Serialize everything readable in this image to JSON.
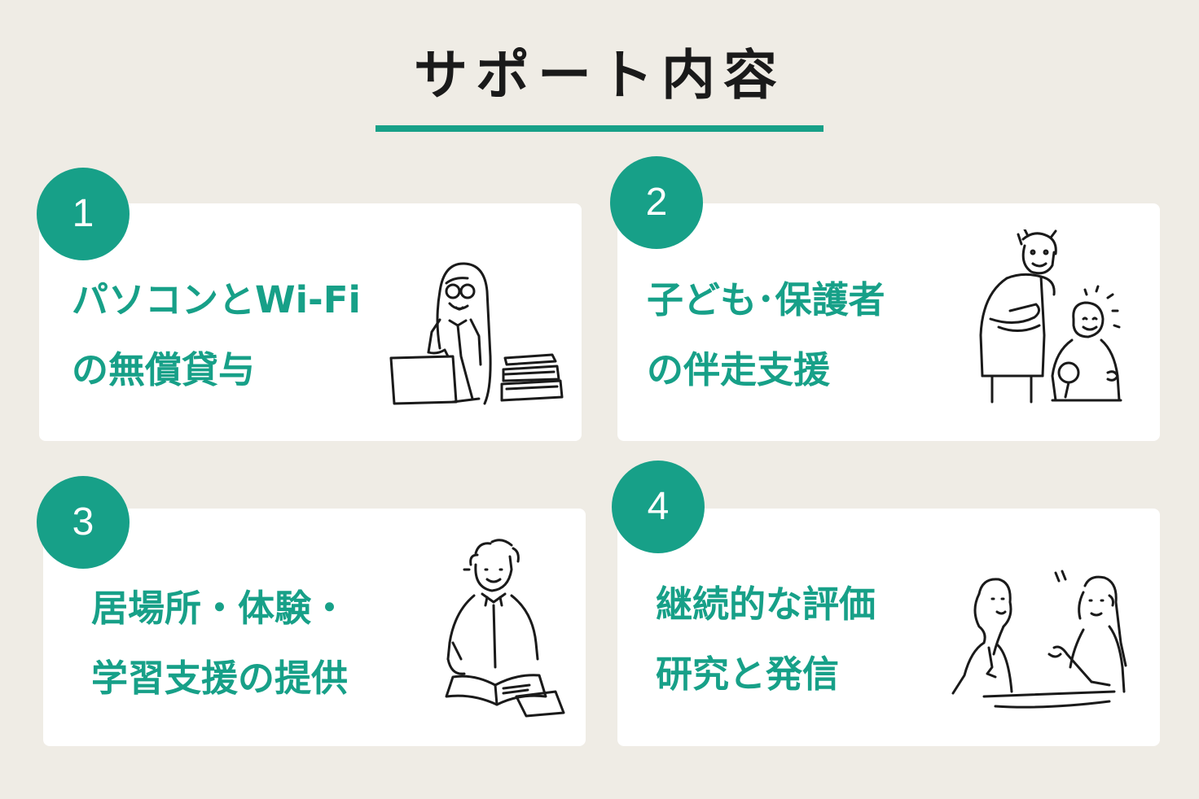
{
  "header": {
    "title": "サポート内容"
  },
  "cards": [
    {
      "number": "1",
      "line1": "パソコンとWi-Fi",
      "line2": "の無償貸与",
      "illustration": "woman-with-laptop-and-books"
    },
    {
      "number": "2",
      "line1": "子ども･保護者",
      "line2": "の伴走支援",
      "illustration": "adult-and-child-with-magnifier"
    },
    {
      "number": "3",
      "line1": "居場所・体験・",
      "line2": "学習支援の提供",
      "illustration": "child-studying-with-book"
    },
    {
      "number": "4",
      "line1": "継続的な評価",
      "line2": "研究と発信",
      "illustration": "two-women-talking-at-table"
    }
  ],
  "colors": {
    "accent": "#17a088",
    "background": "#efece5",
    "card": "#ffffff",
    "title": "#1a1a1a"
  }
}
